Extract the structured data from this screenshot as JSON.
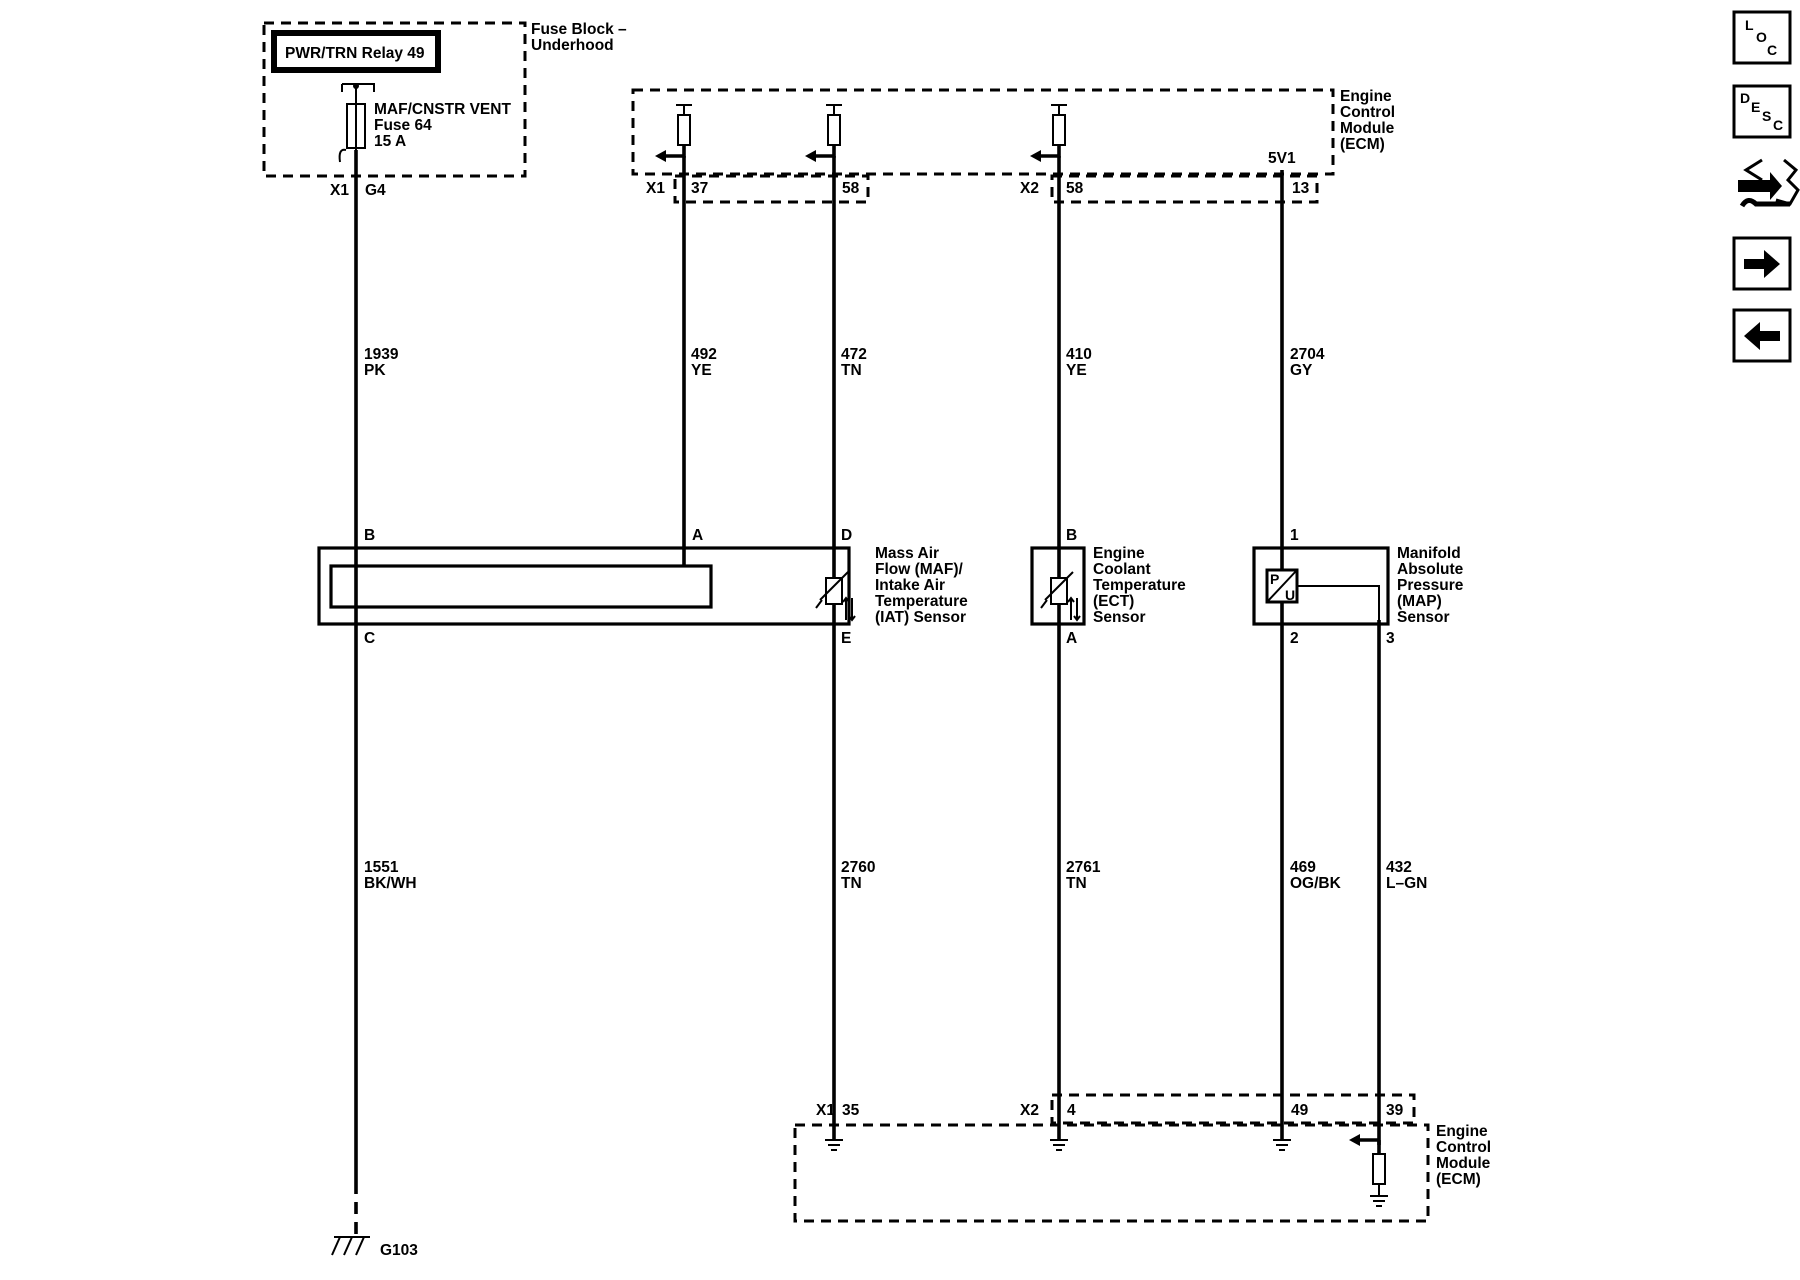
{
  "fuse_block": {
    "title_line1": "Fuse Block –",
    "title_line2": "Underhood",
    "relay": "PWR/TRN Relay 49",
    "fuse_line1": "MAF/CNSTR VENT",
    "fuse_line2": "Fuse 64",
    "fuse_line3": "15 A",
    "connector": "X1",
    "pin": "G4"
  },
  "ecm_top": {
    "label_line1": "Engine",
    "label_line2": "Control",
    "label_line3": "Module",
    "label_line4": "(ECM)",
    "connector_x1": "X1",
    "pin_37": "37",
    "pin_x1_58": "58",
    "connector_x2": "X2",
    "pin_x2_58": "58",
    "pin_13": "13",
    "ref_5v1": "5V1"
  },
  "ecm_bottom": {
    "label_line1": "Engine",
    "label_line2": "Control",
    "label_line3": "Module",
    "label_line4": "(ECM)",
    "connector_x1": "X1",
    "pin_35": "35",
    "connector_x2": "X2",
    "pin_4": "4",
    "pin_49": "49",
    "pin_39": "39"
  },
  "wires": {
    "w1939": {
      "circuit": "1939",
      "color": "PK"
    },
    "w492": {
      "circuit": "492",
      "color": "YE"
    },
    "w472": {
      "circuit": "472",
      "color": "TN"
    },
    "w410": {
      "circuit": "410",
      "color": "YE"
    },
    "w2704": {
      "circuit": "2704",
      "color": "GY"
    },
    "w1551": {
      "circuit": "1551",
      "color": "BK/WH"
    },
    "w2760": {
      "circuit": "2760",
      "color": "TN"
    },
    "w2761": {
      "circuit": "2761",
      "color": "TN"
    },
    "w469": {
      "circuit": "469",
      "color": "OG/BK"
    },
    "w432": {
      "circuit": "432",
      "color": "L–GN"
    }
  },
  "maf_sensor": {
    "label_line1": "Mass Air",
    "label_line2": "Flow (MAF)/",
    "label_line3": "Intake Air",
    "label_line4": "Temperature",
    "label_line5": "(IAT) Sensor",
    "pin_b": "B",
    "pin_a": "A",
    "pin_d": "D",
    "pin_c": "C",
    "pin_e": "E"
  },
  "ect_sensor": {
    "label_line1": "Engine",
    "label_line2": "Coolant",
    "label_line3": "Temperature",
    "label_line4": "(ECT)",
    "label_line5": "Sensor",
    "pin_b": "B",
    "pin_a": "A"
  },
  "map_sensor": {
    "label_line1": "Manifold",
    "label_line2": "Absolute",
    "label_line3": "Pressure",
    "label_line4": "(MAP)",
    "label_line5": "Sensor",
    "pin_1": "1",
    "pin_2": "2",
    "pin_3": "3",
    "symbol_p": "P",
    "symbol_u": "U"
  },
  "ground": {
    "label": "G103"
  },
  "nav": {
    "loc": {
      "l": "L",
      "o": "O",
      "c": "C",
      "icon": "location-icon"
    },
    "desc": {
      "d": "D",
      "e": "E",
      "s": "S",
      "c": "C",
      "icon": "description-icon"
    },
    "schematic_icon": "connector-schematic-icon",
    "next_icon": "arrow-right-icon",
    "prev_icon": "arrow-left-icon"
  }
}
